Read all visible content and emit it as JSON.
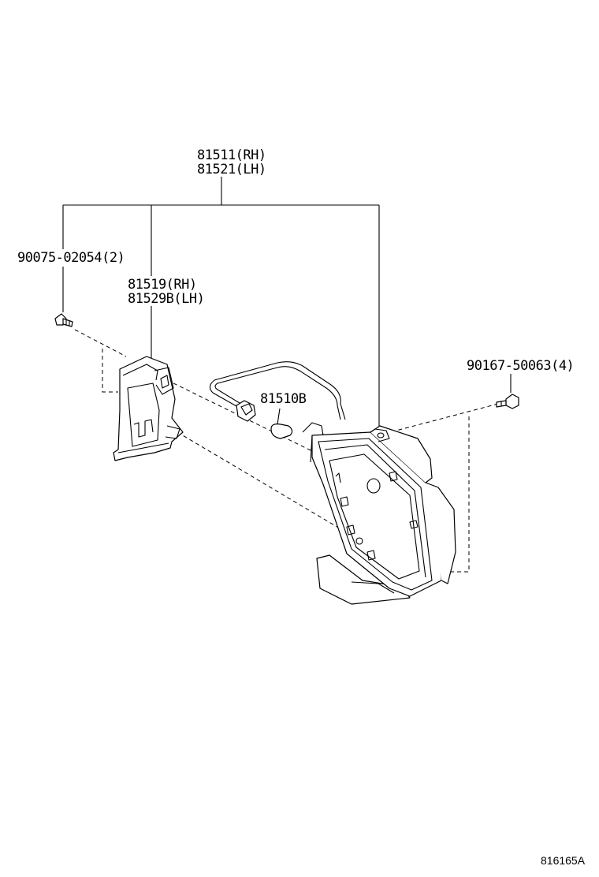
{
  "labels": {
    "lamp_assy_rh": "81511(RH)",
    "lamp_assy_lh": "81521(LH)",
    "screw_left": "90075-02054(2)",
    "bracket_rh": "81519(RH)",
    "bracket_lh": "81529B(LH)",
    "screw_right": "90167-50063(4)",
    "bulb": "81510B",
    "diagram_id": "816165A"
  }
}
